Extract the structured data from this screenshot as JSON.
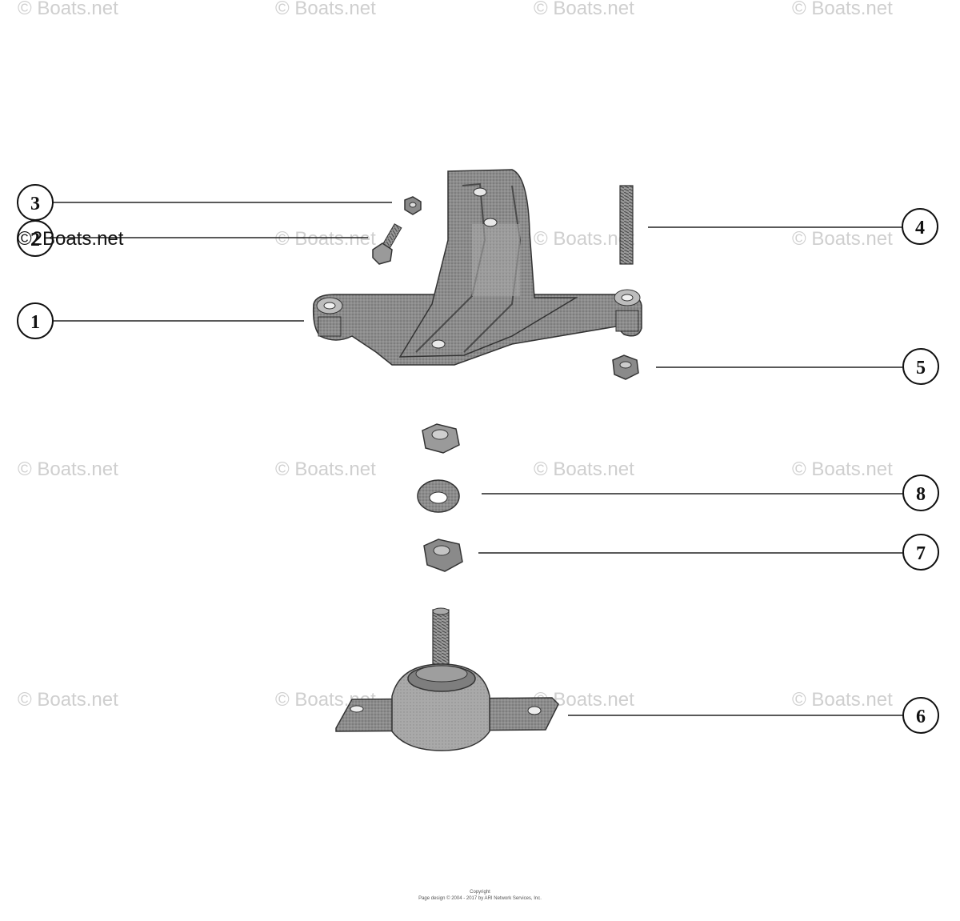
{
  "watermark": "© Boats.net",
  "overlay_watermark": "©2Boats.net",
  "callouts": [
    "1",
    "2",
    "3",
    "4",
    "5",
    "6",
    "7",
    "8"
  ],
  "copyright": {
    "line1": "Copyright",
    "line2": "Page design © 2004 - 2017 by ARI Network Services, Inc."
  },
  "colors": {
    "part_fill": "#8a8a8a",
    "part_dark": "#5c5c5c",
    "part_light": "#b5b5b5",
    "line": "#222222",
    "watermark": "#cfcfcf"
  }
}
